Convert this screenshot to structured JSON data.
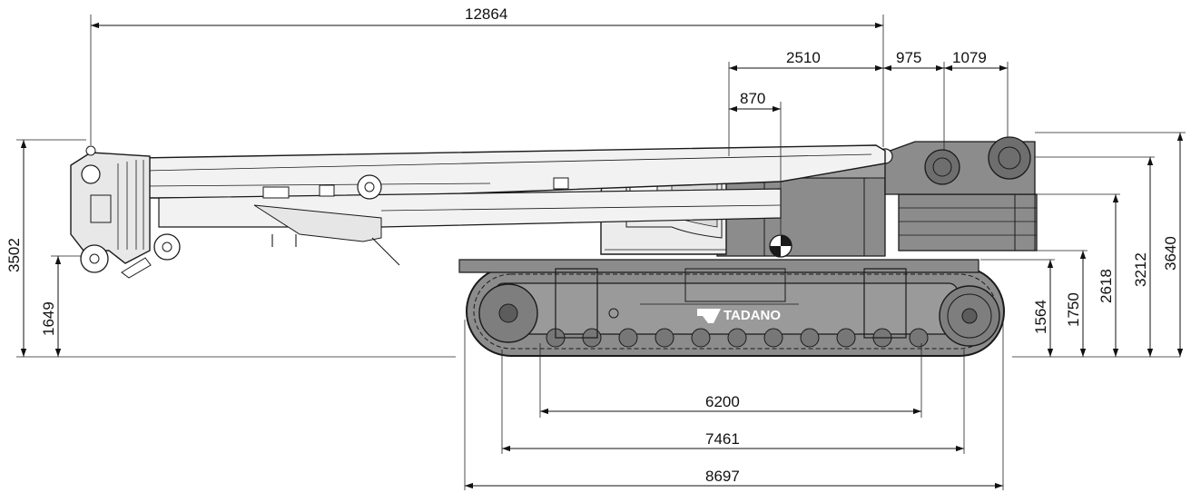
{
  "brand": {
    "logo_text": "TADANO"
  },
  "colors": {
    "body_gray": "#8c8c8c",
    "body_dark": "#6e6e6e",
    "boom_light": "#f2f2f2",
    "cab_light": "#ececec",
    "line": "#1a1a1a",
    "white": "#ffffff"
  },
  "dimensions": {
    "overall_length": "12864",
    "tail_radius": "2510",
    "cog_offset": "870",
    "counterweight_offset_a": "975",
    "counterweight_offset_b": "1079",
    "boom_pivot_height": "3502",
    "boom_tip_rest_height": "1649",
    "track_height": "1564",
    "deck_height": "1750",
    "counterweight_bottom_height": "2618",
    "counterweight_top_height": "3212",
    "overall_height": "3640",
    "tumbler_distance": "6200",
    "track_length": "7461",
    "overall_track_length": "8697"
  }
}
